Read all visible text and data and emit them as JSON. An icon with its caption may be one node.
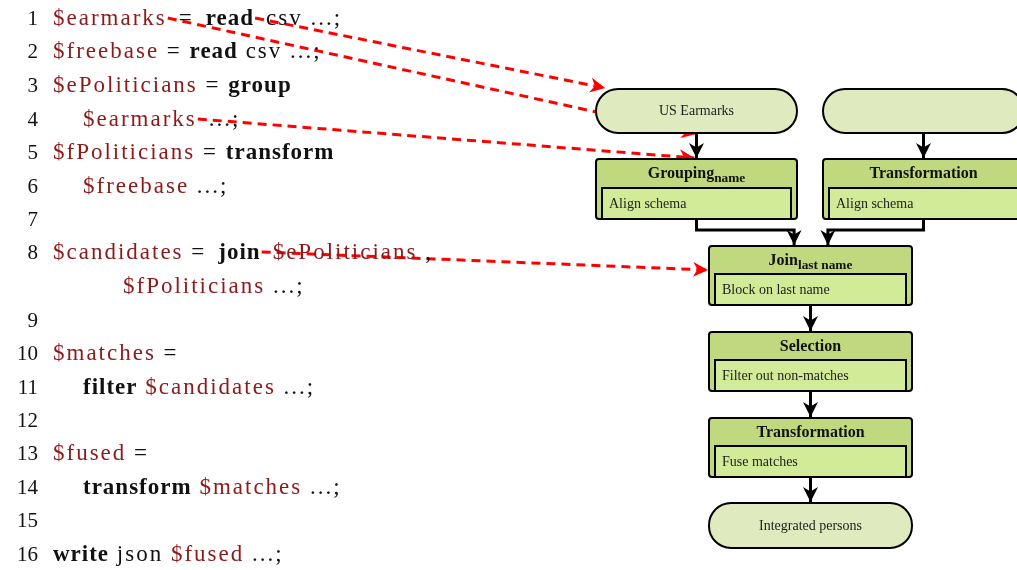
{
  "diagram": {
    "nodes": [
      {
        "text": [
          "$earmarks"
        ]
      },
      {
        "text": [
          "read"
        ]
      },
      {
        "text": [
          "$earmarks"
        ]
      },
      {
        "text": [
          "join"
        ]
      },
      {
        "text": [
          "US Earmarks"
        ]
      },
      {
        "text": [],
        "shape": "box"
      },
      {
        "text": [
          "Grouping$_{name}$"
        ]
      },
      {
        "text": [
          "Align schema"
        ],
        "in": 6
      },
      {
        "text": [
          "Transformation"
        ]
      },
      {
        "text": [
          "Align schema"
        ],
        "in": 8
      },
      {
        "text": [
          "Join$_{last name}$"
        ]
      },
      {
        "text": [
          "Block on last name"
        ],
        "in": 10
      },
      {
        "text": [
          "Selection"
        ]
      },
      {
        "text": [
          "Filter out non-matches"
        ],
        "in": 12
      },
      {
        "text": [
          "Transformation"
        ]
      },
      {
        "text": [
          "Fuse matches"
        ],
        "in": 14
      },
      {
        "text": [
          "Integrated persons"
        ]
      }
    ],
    "edges": [
      {
        "from": 0,
        "to": 4,
        "arrow": "to",
        "style": "dashed",
        "color": "#ff0000"
      },
      {
        "from": 1,
        "to": 4,
        "arrow": "to",
        "style": "dashed",
        "color": "#ff0000"
      },
      {
        "from": 2,
        "to": 6,
        "arrow": "to",
        "style": "dashed",
        "color": "#ff0000"
      },
      {
        "from": 3,
        "to": 10,
        "arrow": "to",
        "style": "dashed",
        "color": "#ff0000"
      },
      {
        "from": 4,
        "to": 6,
        "arrow": "to"
      },
      {
        "from": 5,
        "to": 8,
        "arrow": "to"
      },
      {
        "from": 6,
        "to": 10,
        "arrow": "to"
      },
      {
        "from": 8,
        "to": 10,
        "arrow": "to"
      },
      {
        "from": 10,
        "to": 12,
        "arrow": "to"
      },
      {
        "from": 12,
        "to": 14,
        "arrow": "to"
      },
      {
        "from": 14,
        "to": 16,
        "arrow": "to"
      }
    ],
    "labels": [
      "1",
      "=",
      "csv ...;",
      "2",
      "$freebase = **read** csv ...;",
      "3",
      "$ePoliticians = **group**",
      "4",
      "...;",
      "5",
      "$fPoliticians = **transform**",
      "6",
      "$freebase ...;",
      "7",
      "8",
      "$candidates =",
      "$ePoliticians ,",
      "$fPoliticians ...;",
      "9",
      "10",
      "$matches =",
      "11",
      "**filter** $candidates ...;",
      "12",
      "13",
      "$fused =",
      "14",
      "**transform** $matches ...;",
      "15",
      "16",
      "**write** json $fused ...;"
    ]
  }
}
